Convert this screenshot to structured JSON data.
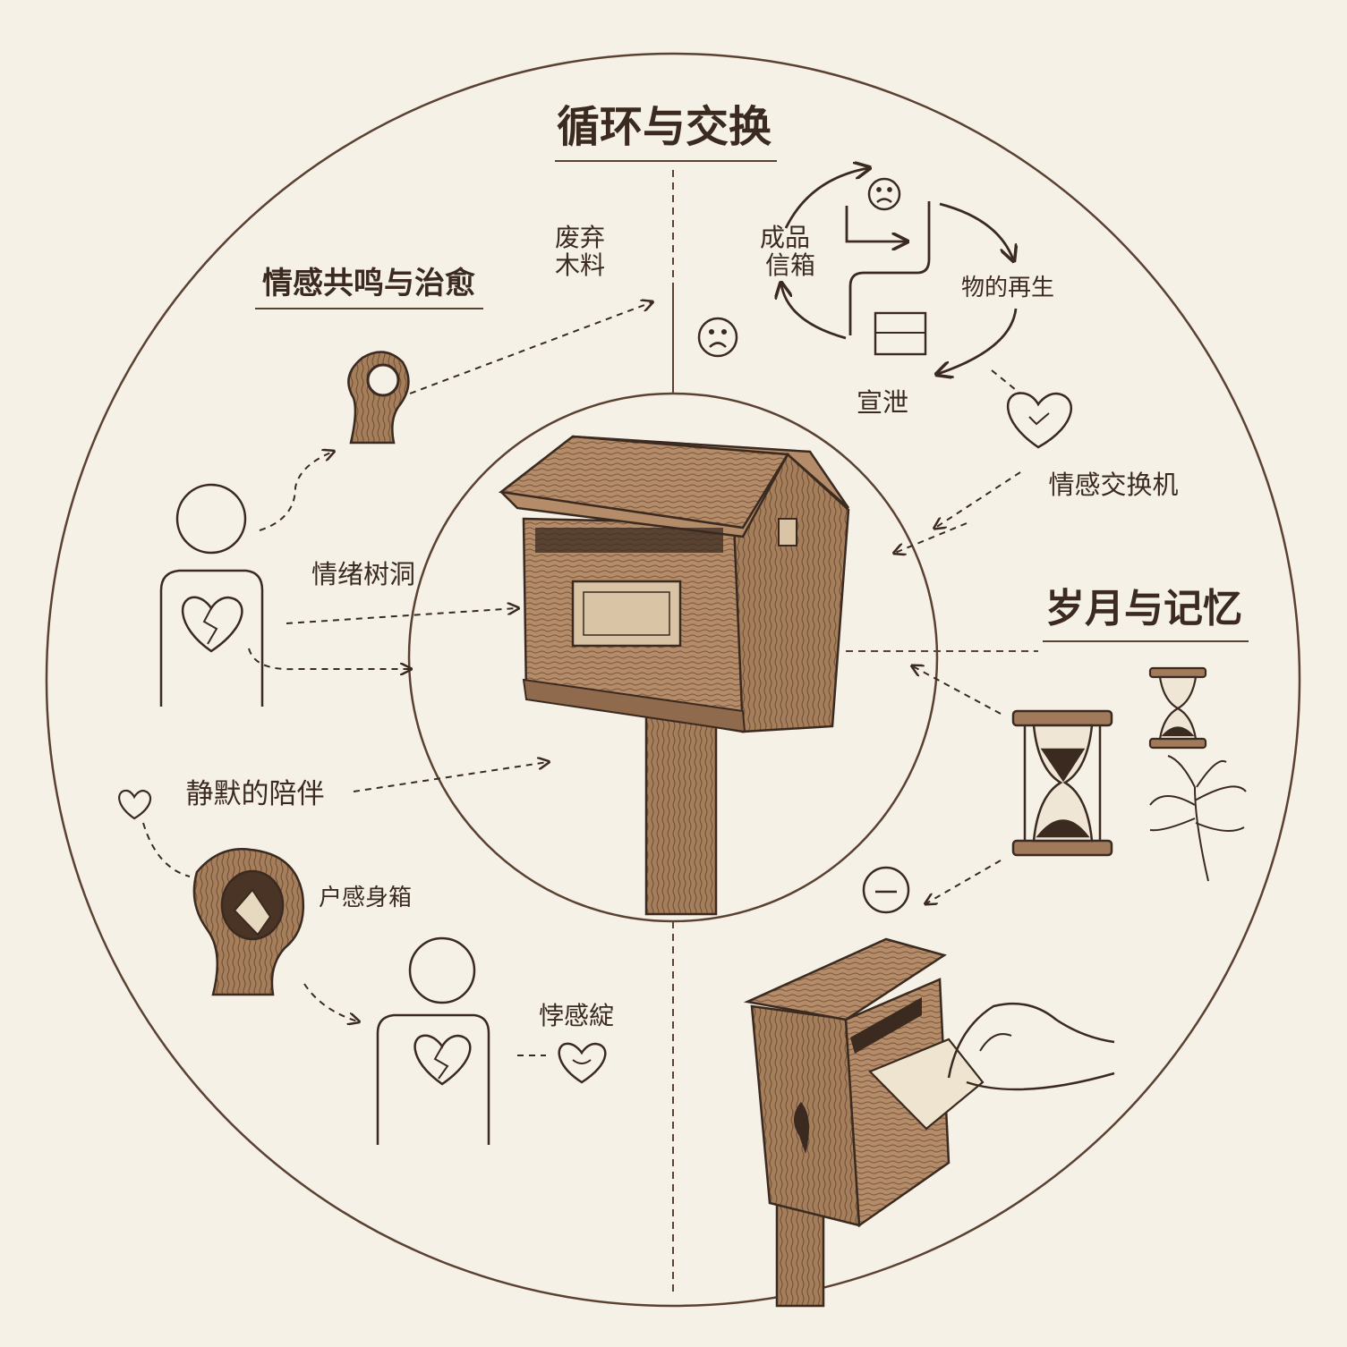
{
  "colors": {
    "background": "#f6f1e7",
    "ink": "#3a2a20",
    "wood": "#a07a5a",
    "wood_dark": "#6b4a33"
  },
  "sections": {
    "cycle_title": "循环与交换",
    "healing_title": "情感共鸣与治愈",
    "memory_title": "岁月与记忆"
  },
  "labels": {
    "waste_wood_line1": "废弃",
    "waste_wood_line2": "木料",
    "finished_mailbox_line1": "成品",
    "finished_mailbox_line2": "信箱",
    "rebirth": "物的再生",
    "vent": "宣泄",
    "emotion_exchanger": "情感交换机",
    "emotion_tree_hole": "情绪树洞",
    "silent_companion": "静默的陪伴",
    "garbled_1": "户感身箱",
    "garbled_2": "悖感綻"
  },
  "icons": [
    "sad-face-icon",
    "heart-icon",
    "broken-heart-icon",
    "hourglass-icon",
    "tree-hollow-icon",
    "mailbox-illustration",
    "hand-letter-illustration",
    "plant-sprig-icon"
  ]
}
